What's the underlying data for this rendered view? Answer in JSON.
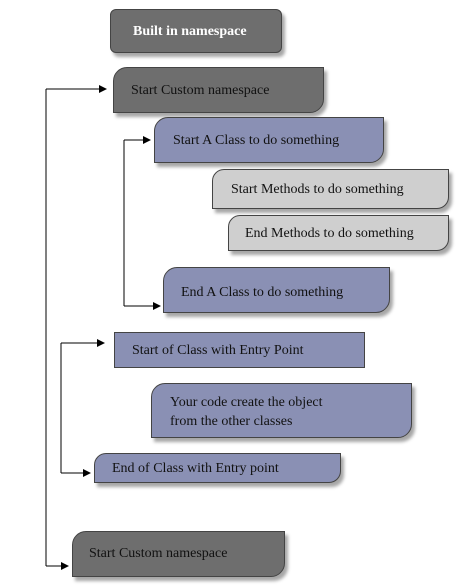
{
  "diagram": {
    "nodes": [
      {
        "id": "built-in-namespace",
        "label": "Built in namespace"
      },
      {
        "id": "start-custom-namespace",
        "label": "Start Custom namespace"
      },
      {
        "id": "start-class",
        "label": "Start A Class to do something"
      },
      {
        "id": "start-methods",
        "label": "Start Methods to do something"
      },
      {
        "id": "end-methods",
        "label": "End Methods to do something"
      },
      {
        "id": "end-class",
        "label": "End A Class to do something"
      },
      {
        "id": "start-entry-class",
        "label": "Start of Class with Entry Point"
      },
      {
        "id": "your-code",
        "label": "Your code create the object\nfrom the other classes"
      },
      {
        "id": "end-entry-class",
        "label": "End of Class with Entry point"
      },
      {
        "id": "end-custom-namespace",
        "label": "Start Custom namespace"
      }
    ],
    "edges": [
      {
        "from": "end-custom-namespace",
        "to": "start-custom-namespace"
      },
      {
        "from": "end-class",
        "to": "start-class"
      },
      {
        "from": "end-entry-class",
        "to": "start-entry-class"
      }
    ]
  }
}
